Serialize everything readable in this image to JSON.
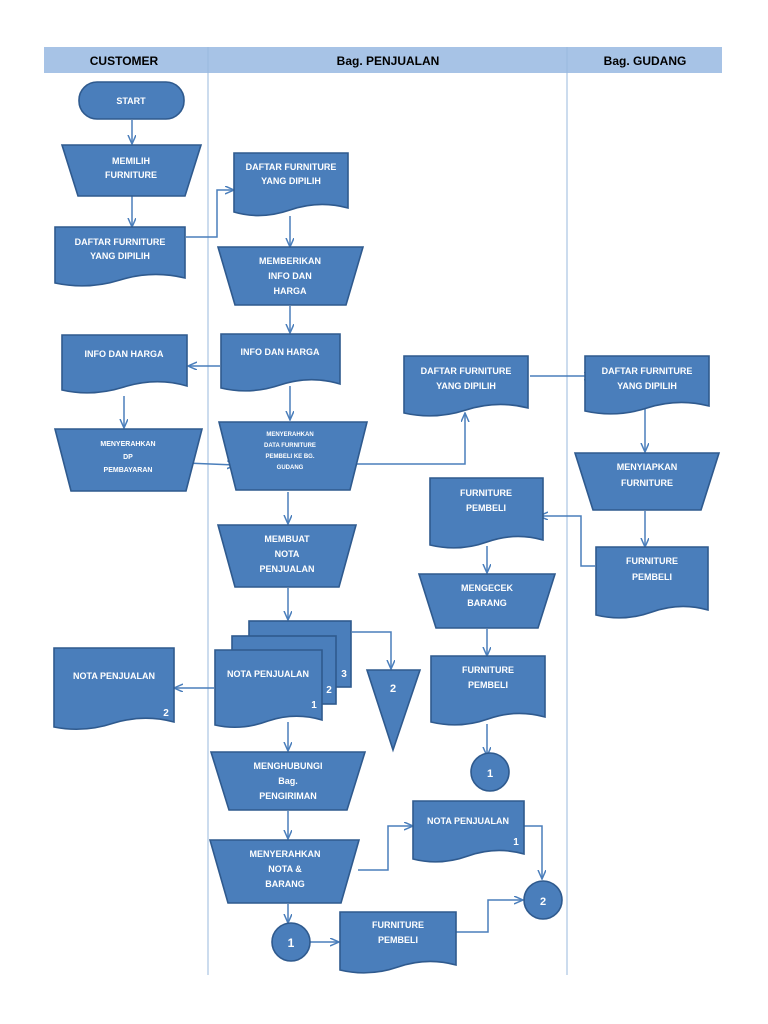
{
  "lanes": {
    "customer": "CUSTOMER",
    "penjualan": "Bag. PENJUALAN",
    "gudang": "Bag. GUDANG"
  },
  "nodes": {
    "start": "START",
    "memilih": [
      "MEMILIH",
      "FURNITURE"
    ],
    "cust_daftar": [
      "DAFTAR FURNITURE",
      "YANG DIPILIH"
    ],
    "pen_daftar": [
      "DAFTAR FURNITURE",
      "YANG DIPILIH"
    ],
    "memberikan": [
      "MEMBERIKAN",
      "INFO DAN",
      "HARGA"
    ],
    "pen_info": "INFO DAN HARGA",
    "cust_info": "INFO DAN HARGA",
    "menyerahkan_dp": [
      "MENYERAHKAN",
      "DP",
      "PEMBAYARAN"
    ],
    "menyerahkan_data": [
      "MENYERAHKAN",
      "DATA FURNITURE",
      "PEMBELI KE BG.",
      "GUDANG"
    ],
    "mid_daftar": [
      "DAFTAR FURNITURE",
      "YANG DIPILIH"
    ],
    "gud_daftar": [
      "DAFTAR FURNITURE",
      "YANG DIPILIH"
    ],
    "menyiapkan": [
      "MENYIAPKAN",
      "FURNITURE"
    ],
    "gud_furniture": [
      "FURNITURE",
      "PEMBELI"
    ],
    "mid_furniture1": [
      "FURNITURE",
      "PEMBELI"
    ],
    "mengecek": [
      "MENGECEK",
      "BARANG"
    ],
    "mid_furniture2": [
      "FURNITURE",
      "PEMBELI"
    ],
    "membuat_nota": [
      "MEMBUAT",
      "NOTA",
      "PENJUALAN"
    ],
    "nota_stack": {
      "label": "NOTA PENJUALAN",
      "n1": "1",
      "n2": "2",
      "n3": "3"
    },
    "cust_nota": {
      "label": "NOTA PENJUALAN",
      "num": "2"
    },
    "file_triangle": "2",
    "menghubungi": [
      "MENGHUBUNGI",
      "Bag.",
      "PENGIRIMAN"
    ],
    "menyerahkan_nota": [
      "MENYERAHKAN",
      "NOTA &",
      "BARANG"
    ],
    "mid_nota": {
      "label": "NOTA PENJUALAN",
      "num": "1"
    },
    "bottom_furniture": [
      "FURNITURE",
      "PEMBELI"
    ],
    "connector_1a": "1",
    "connector_1b": "1",
    "connector_2": "2"
  },
  "colors": {
    "shape_fill": "#4a7ebb",
    "shape_stroke": "#2f5a8e",
    "header_fill": "#a7c3e6",
    "lane_line": "#9ab8de"
  }
}
